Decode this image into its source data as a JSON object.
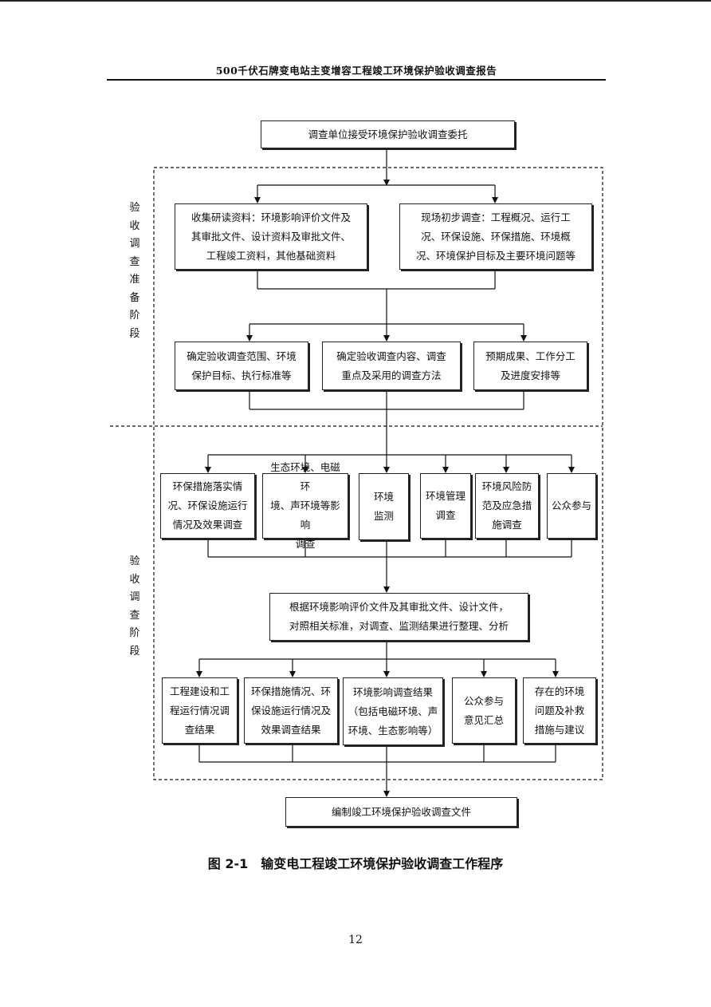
{
  "header": {
    "title": "500千伏石牌变电站主变增容工程竣工环境保护验收调查报告"
  },
  "stages": {
    "preparation": "验\n收\n调\n查\n准\n备\n阶\n段",
    "investigation": "验\n收\n调\n查\n阶\n段"
  },
  "flow": {
    "start": "调查单位接受环境保护验收调查委托",
    "row1": [
      "收集研读资料：环境影响评价文件及\n其审批文件、设计资料及审批文件、\n工程竣工资料，其他基础资料",
      "现场初步调查：工程概况、运行工\n况、环保设施、环保措施、环境概\n况、环境保护目标及主要环境问题等"
    ],
    "row2": [
      "确定验收调查范围、环境\n保护目标、执行标准等",
      "确定验收调查内容、调查\n重点及采用的调查方法",
      "预期成果、工作分工\n及进度安排等"
    ],
    "row3": [
      "环保措施落实情\n况、环保设施运行\n情况及效果调查",
      "生态环境、电磁环\n境、声环境等影响\n调查",
      "环境\n监测",
      "环境管理\n调查",
      "环境风险防\n范及应急措\n施调查",
      "公众参与"
    ],
    "analysis": "根据环境影响评价文件及其审批文件、设计文件，\n对照相关标准，对调查、监测结果进行整理、分析",
    "row4": [
      "工程建设和工\n程运行情况调\n查结果",
      "环保措施情况、环\n保设施运行情况及\n效果调查结果",
      "环境影响调查结果\n（包括电磁环境、声\n环境、生态影响等）",
      "公众参与\n意见汇总",
      "存在的环境\n问题及补救\n措施与建议"
    ],
    "end": "编制竣工环境保护验收调查文件"
  },
  "figure": {
    "caption": "图 2-1　输变电工程竣工环境保护验收调查工作程序"
  },
  "footer": {
    "page_number": "12"
  }
}
